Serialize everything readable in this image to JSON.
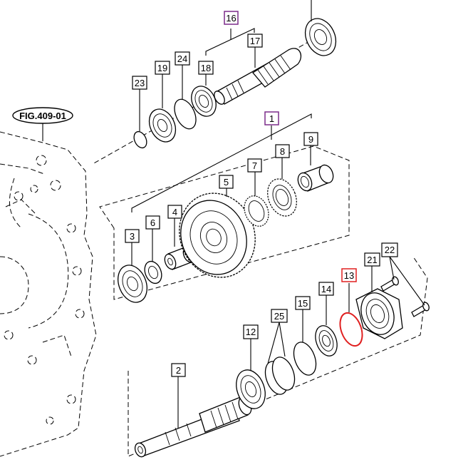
{
  "figure_ref": "FIG.409-01",
  "colors": {
    "line": "#000000",
    "highlight_magenta": "#7b2c8a",
    "highlight_red": "#e02020"
  },
  "callouts": {
    "c1": "1",
    "c2": "2",
    "c3": "3",
    "c4": "4",
    "c5": "5",
    "c6": "6",
    "c7": "7",
    "c8": "8",
    "c9": "9",
    "c12": "12",
    "c13": "13",
    "c14": "14",
    "c15": "15",
    "c16": "16",
    "c17": "17",
    "c18": "18",
    "c19": "19",
    "c21": "21",
    "c22": "22",
    "c23": "23",
    "c24": "24",
    "c25": "25"
  },
  "highlighted_parts": [
    "1",
    "16",
    "13"
  ]
}
